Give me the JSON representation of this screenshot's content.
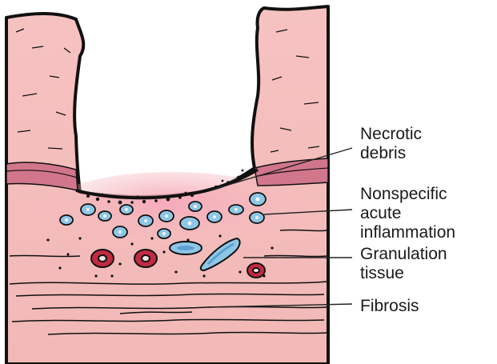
{
  "labels": {
    "necrotic": [
      "Necrotic",
      "debris"
    ],
    "inflammation": [
      "Nonspecific",
      "acute",
      "inflammation"
    ],
    "granulation": [
      "Granulation",
      "tissue"
    ],
    "fibrosis": [
      "Fibrosis"
    ]
  },
  "colors": {
    "tissue": "#f6c2c1",
    "tissue_deep": "#f0b4b4",
    "inflamed": "#ec93a6",
    "band": "#d2768c",
    "blue_cell": "#8ec6e6",
    "red_vessel": "#c22a42",
    "ink": "#111111"
  }
}
